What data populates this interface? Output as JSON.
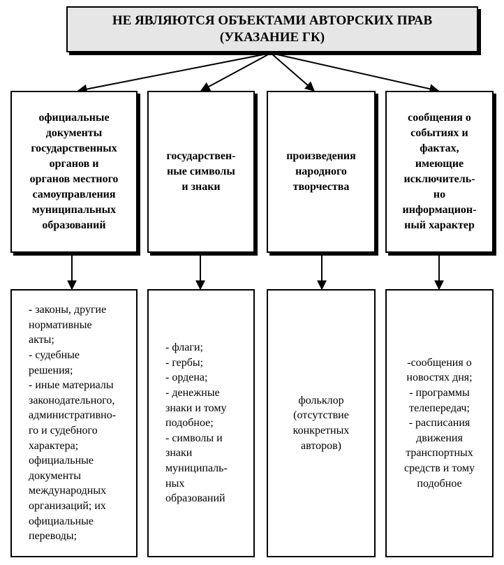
{
  "title": {
    "line1": "НЕ ЯВЛЯЮТСЯ ОБЪЕКТАМИ АВТОРСКИХ ПРАВ",
    "line2": "(УКАЗАНИЕ ГК)"
  },
  "categories": [
    {
      "lines": [
        "официальные",
        "документы",
        "государственных",
        "органов и",
        "органов местного",
        "самоуправления",
        "муниципальных",
        "образований"
      ]
    },
    {
      "lines": [
        "государствен-",
        "ные символы",
        "и знаки"
      ]
    },
    {
      "lines": [
        "произведения",
        "народного",
        "творчества"
      ]
    },
    {
      "lines": [
        "сообщения о",
        "событиях и",
        "фактах,",
        "имеющие",
        "исключитель-",
        "но",
        "информацион-",
        "ный характер"
      ]
    }
  ],
  "details": [
    {
      "lines": [
        "- законы, другие",
        "нормативные",
        "акты;",
        "- судебные",
        "решения;",
        "- иные материалы",
        "законодательного,",
        "административно-",
        "го и судебного",
        "характера;",
        "официальные",
        "документы",
        "международных",
        "организаций; их",
        "официальные",
        "переводы;"
      ]
    },
    {
      "lines": [
        "- флаги;",
        "- гербы;",
        "- ордена;",
        "- денежные",
        "знаки и тому",
        "подобное;",
        "- символы и",
        "знаки",
        "муниципаль-",
        "ных",
        "образований"
      ]
    },
    {
      "lines": [
        "фольклор",
        "(отсутствие",
        "конкретных",
        "авторов)"
      ]
    },
    {
      "lines": [
        "-сообщения о",
        "новостях дня;",
        "- программы",
        "телепередач;",
        "- расписания",
        "движения",
        "транспортных",
        "средств и тому",
        "подобное"
      ]
    }
  ]
}
